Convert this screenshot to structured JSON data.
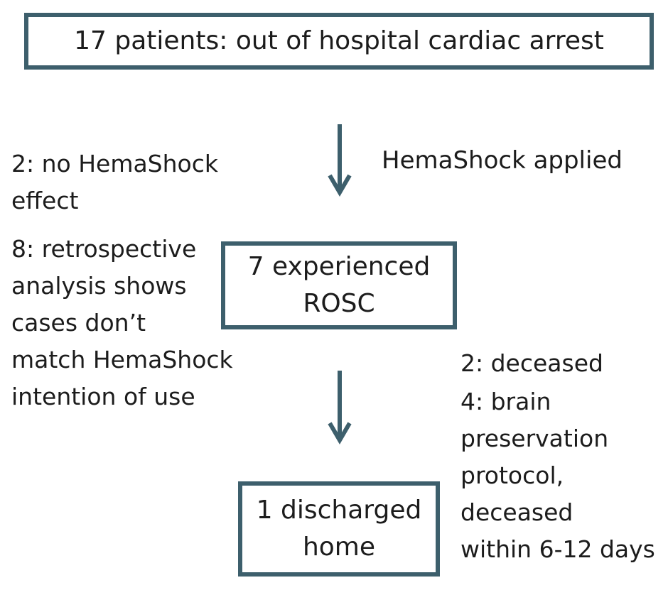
{
  "boxes": {
    "top": "17 patients: out of hospital cardiac arrest",
    "middle": "7 experienced\nROSC",
    "bottom": "1 discharged\nhome"
  },
  "labels": {
    "no_effect": "2: no HemaShock\neffect",
    "retrospective": "8: retrospective\nanalysis shows\ncases don’t\nmatch HemaShock\nintention of use",
    "applied": "HemaShock applied",
    "deceased": "2: deceased",
    "brain_preservation": "4: brain\npreservation\nprotocol,\ndeceased\nwithin 6-12 days"
  },
  "colors": {
    "border": "#3d5f6c",
    "arrow": "#3d5f6c",
    "text": "#1c1c1c"
  }
}
